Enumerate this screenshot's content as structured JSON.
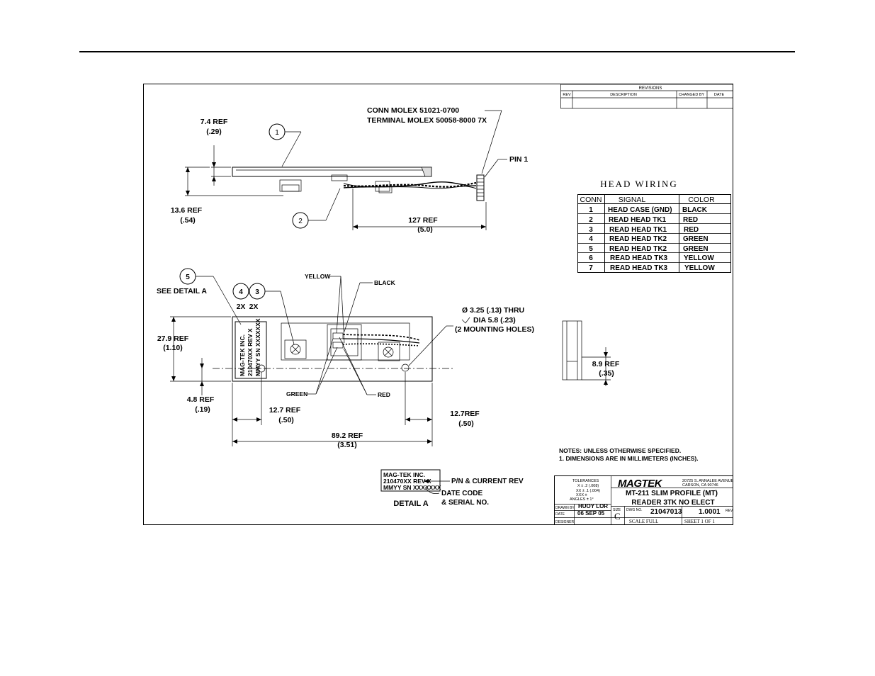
{
  "revisions": {
    "title": "REVISIONS",
    "headers": [
      "REV",
      "DESCRIPTION",
      "CHANGED BY",
      "DATE"
    ]
  },
  "connector": {
    "line1": "CONN MOLEX 51021-0700",
    "line2": "TERMINAL MOLEX 50058-8000 7X",
    "pin1": "PIN 1"
  },
  "dims": {
    "d7_4": "7.4 REF",
    "d7_4_in": "(.29)",
    "d13_6": "13.6 REF",
    "d13_6_in": "(.54)",
    "d127": "127 REF",
    "d127_in": "(5.0)",
    "d27_9": "27.9 REF",
    "d27_9_in": "(1.10)",
    "d4_8": "4.8 REF",
    "d4_8_in": "(.19)",
    "d12_7a": "12.7 REF",
    "d12_7a_in": "(.50)",
    "d12_7b": "12.7REF",
    "d12_7b_in": "(.50)",
    "d89_2": "89.2 REF",
    "d89_2_in": "(3.51)",
    "d8_9": "8.9 REF",
    "d8_9_in": "(.35)",
    "hole1": "Ø 3.25 (.13) THRU",
    "hole2": "DIA 5.8 (.23)",
    "hole3": "(2 MOUNTING HOLES)"
  },
  "balloons": {
    "b1": "1",
    "b2": "2",
    "b3": "3",
    "b4": "4",
    "b5": "5",
    "qty4": "2X",
    "qty3": "2X",
    "see_detail": "SEE DETAIL A"
  },
  "wires": {
    "yellow": "YELLOW",
    "black": "BLACK",
    "green": "GREEN",
    "red": "RED"
  },
  "label": {
    "line1": "MAG-TEK INC.",
    "line2": "210470XX REV X",
    "line3": "MMYY SN XXXXXXX"
  },
  "detail": {
    "line1": "MAG-TEK INC.",
    "line2": "210470XX REV X",
    "line3": "MMYY SN XXXXXXX",
    "pn": "P/N & CURRENT REV",
    "date1": "DATE CODE",
    "date2": "& SERIAL NO.",
    "title": "DETAIL A"
  },
  "wiring": {
    "title": "HEAD WIRING",
    "headers": [
      "CONN",
      "SIGNAL",
      "COLOR"
    ],
    "rows": [
      [
        "1",
        "HEAD CASE (GND)",
        "BLACK"
      ],
      [
        "2",
        "READ HEAD TK1",
        "RED"
      ],
      [
        "3",
        "READ HEAD TK1",
        "RED"
      ],
      [
        "4",
        "READ HEAD TK2",
        "GREEN"
      ],
      [
        "5",
        "READ HEAD TK2",
        "GREEN"
      ],
      [
        "6",
        "READ HEAD TK3",
        "YELLOW"
      ],
      [
        "7",
        "READ HEAD TK3",
        "YELLOW"
      ]
    ]
  },
  "notes": {
    "line1": "NOTES: UNLESS OTHERWISE SPECIFIED.",
    "line2": "1. DIMENSIONS ARE IN MILLIMETERS (INCHES)."
  },
  "titleblock": {
    "tolerances": "TOLERANCES",
    "tol1": "X ± .2 (.008)",
    "tol2": "XX ± .1 (.004)",
    "tol3": "XXX ±",
    "tol4": "ANGLES ± 1°",
    "company": "MAGTEK",
    "addr1": "20725 S. ANNALEE AVENUE",
    "addr2": "CARSON, CA 90746",
    "title1": "MT-211 SLIM PROFILE (MT)",
    "title2": "READER 3TK NO ELECT",
    "drawn_by_lbl": "DRAWN BY",
    "drawn_by": "HUOY LOR",
    "date_lbl": "DATE",
    "date": "06 SEP 05",
    "designer_lbl": "DESIGNER",
    "size_lbl": "SIZE",
    "size": "C",
    "dwg_lbl": "DWG NO.",
    "dwg_no": "21047013",
    "rev_no": "1.0001",
    "rev_lbl": "REV",
    "scale": "SCALE  FULL",
    "sheet": "SHEET  1  OF  1"
  }
}
